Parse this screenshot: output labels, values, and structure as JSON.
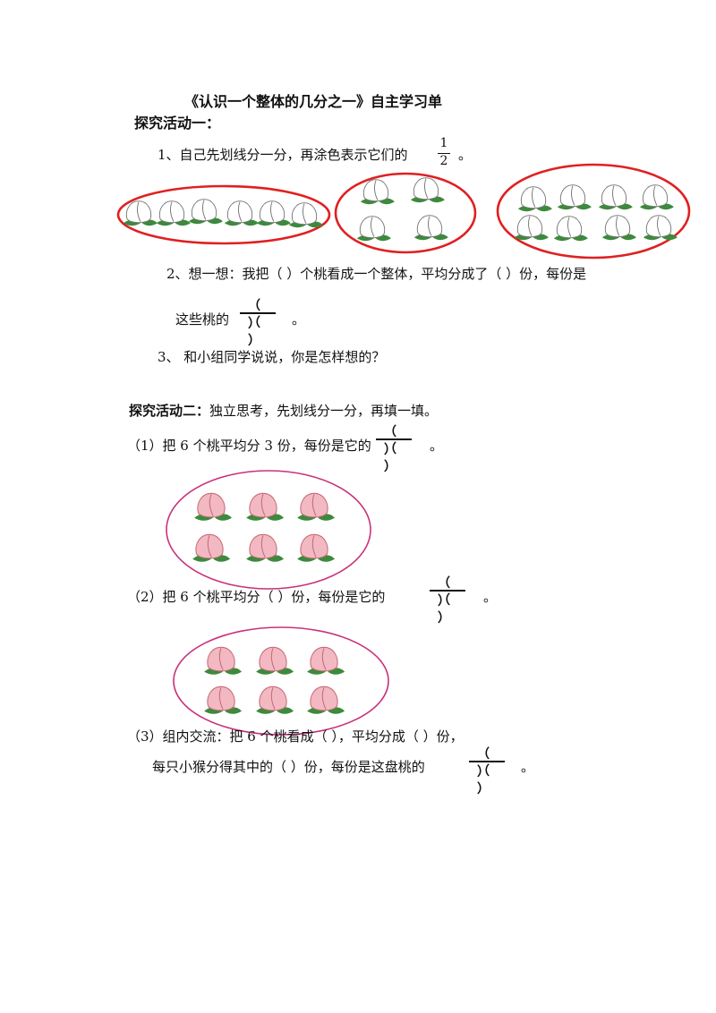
{
  "title": "《认识一个整体的几分之一》自主学习单",
  "activity1": {
    "heading": "探究活动一：",
    "q1_text": "1、自己先划线分一分，再涂色表示它们的",
    "q1_frac_num": "1",
    "q1_frac_den": "2",
    "q1_end": "。",
    "q2_line1": "2、想一想：我把（   ）个桃看成一个整体，平均分成了（       ）份，每份是",
    "q2_line2": "这些桃的",
    "q2_end": "。",
    "q3": "3、  和小组同学说说，你是怎样想的？"
  },
  "activity2": {
    "heading": "探究活动二：",
    "intro": "独立思考，先划线分一分，再填一填。",
    "p1": "（1）把 6 个桃平均分 3 份，每份是它的",
    "p1_end": "。",
    "p2": "（2）把 6 个桃平均分（          ）份，每份是它的",
    "p2_end": "。",
    "p3_line1": "（3）组内交流：把 6 个桃看成（             ），平均分成（    ）份，",
    "p3_line2": "每只小猴分得其中的（     ）份，每份是这盘桃的",
    "p3_end": "。"
  },
  "blank_fraction": {
    "num": "（  ）",
    "den": "（  ）"
  },
  "colors": {
    "red_ring": "#e02020",
    "magenta_ring": "#c8327a",
    "peach": "#f2b9c2",
    "leaf": "#3c8a3c"
  },
  "peach_groups": [
    {
      "count": 6,
      "ring": "red",
      "style": "outline"
    },
    {
      "count": 4,
      "ring": "red",
      "style": "outline"
    },
    {
      "count": 8,
      "ring": "red",
      "style": "outline"
    },
    {
      "count": 6,
      "ring": "magenta",
      "style": "color"
    },
    {
      "count": 6,
      "ring": "magenta",
      "style": "color"
    }
  ]
}
